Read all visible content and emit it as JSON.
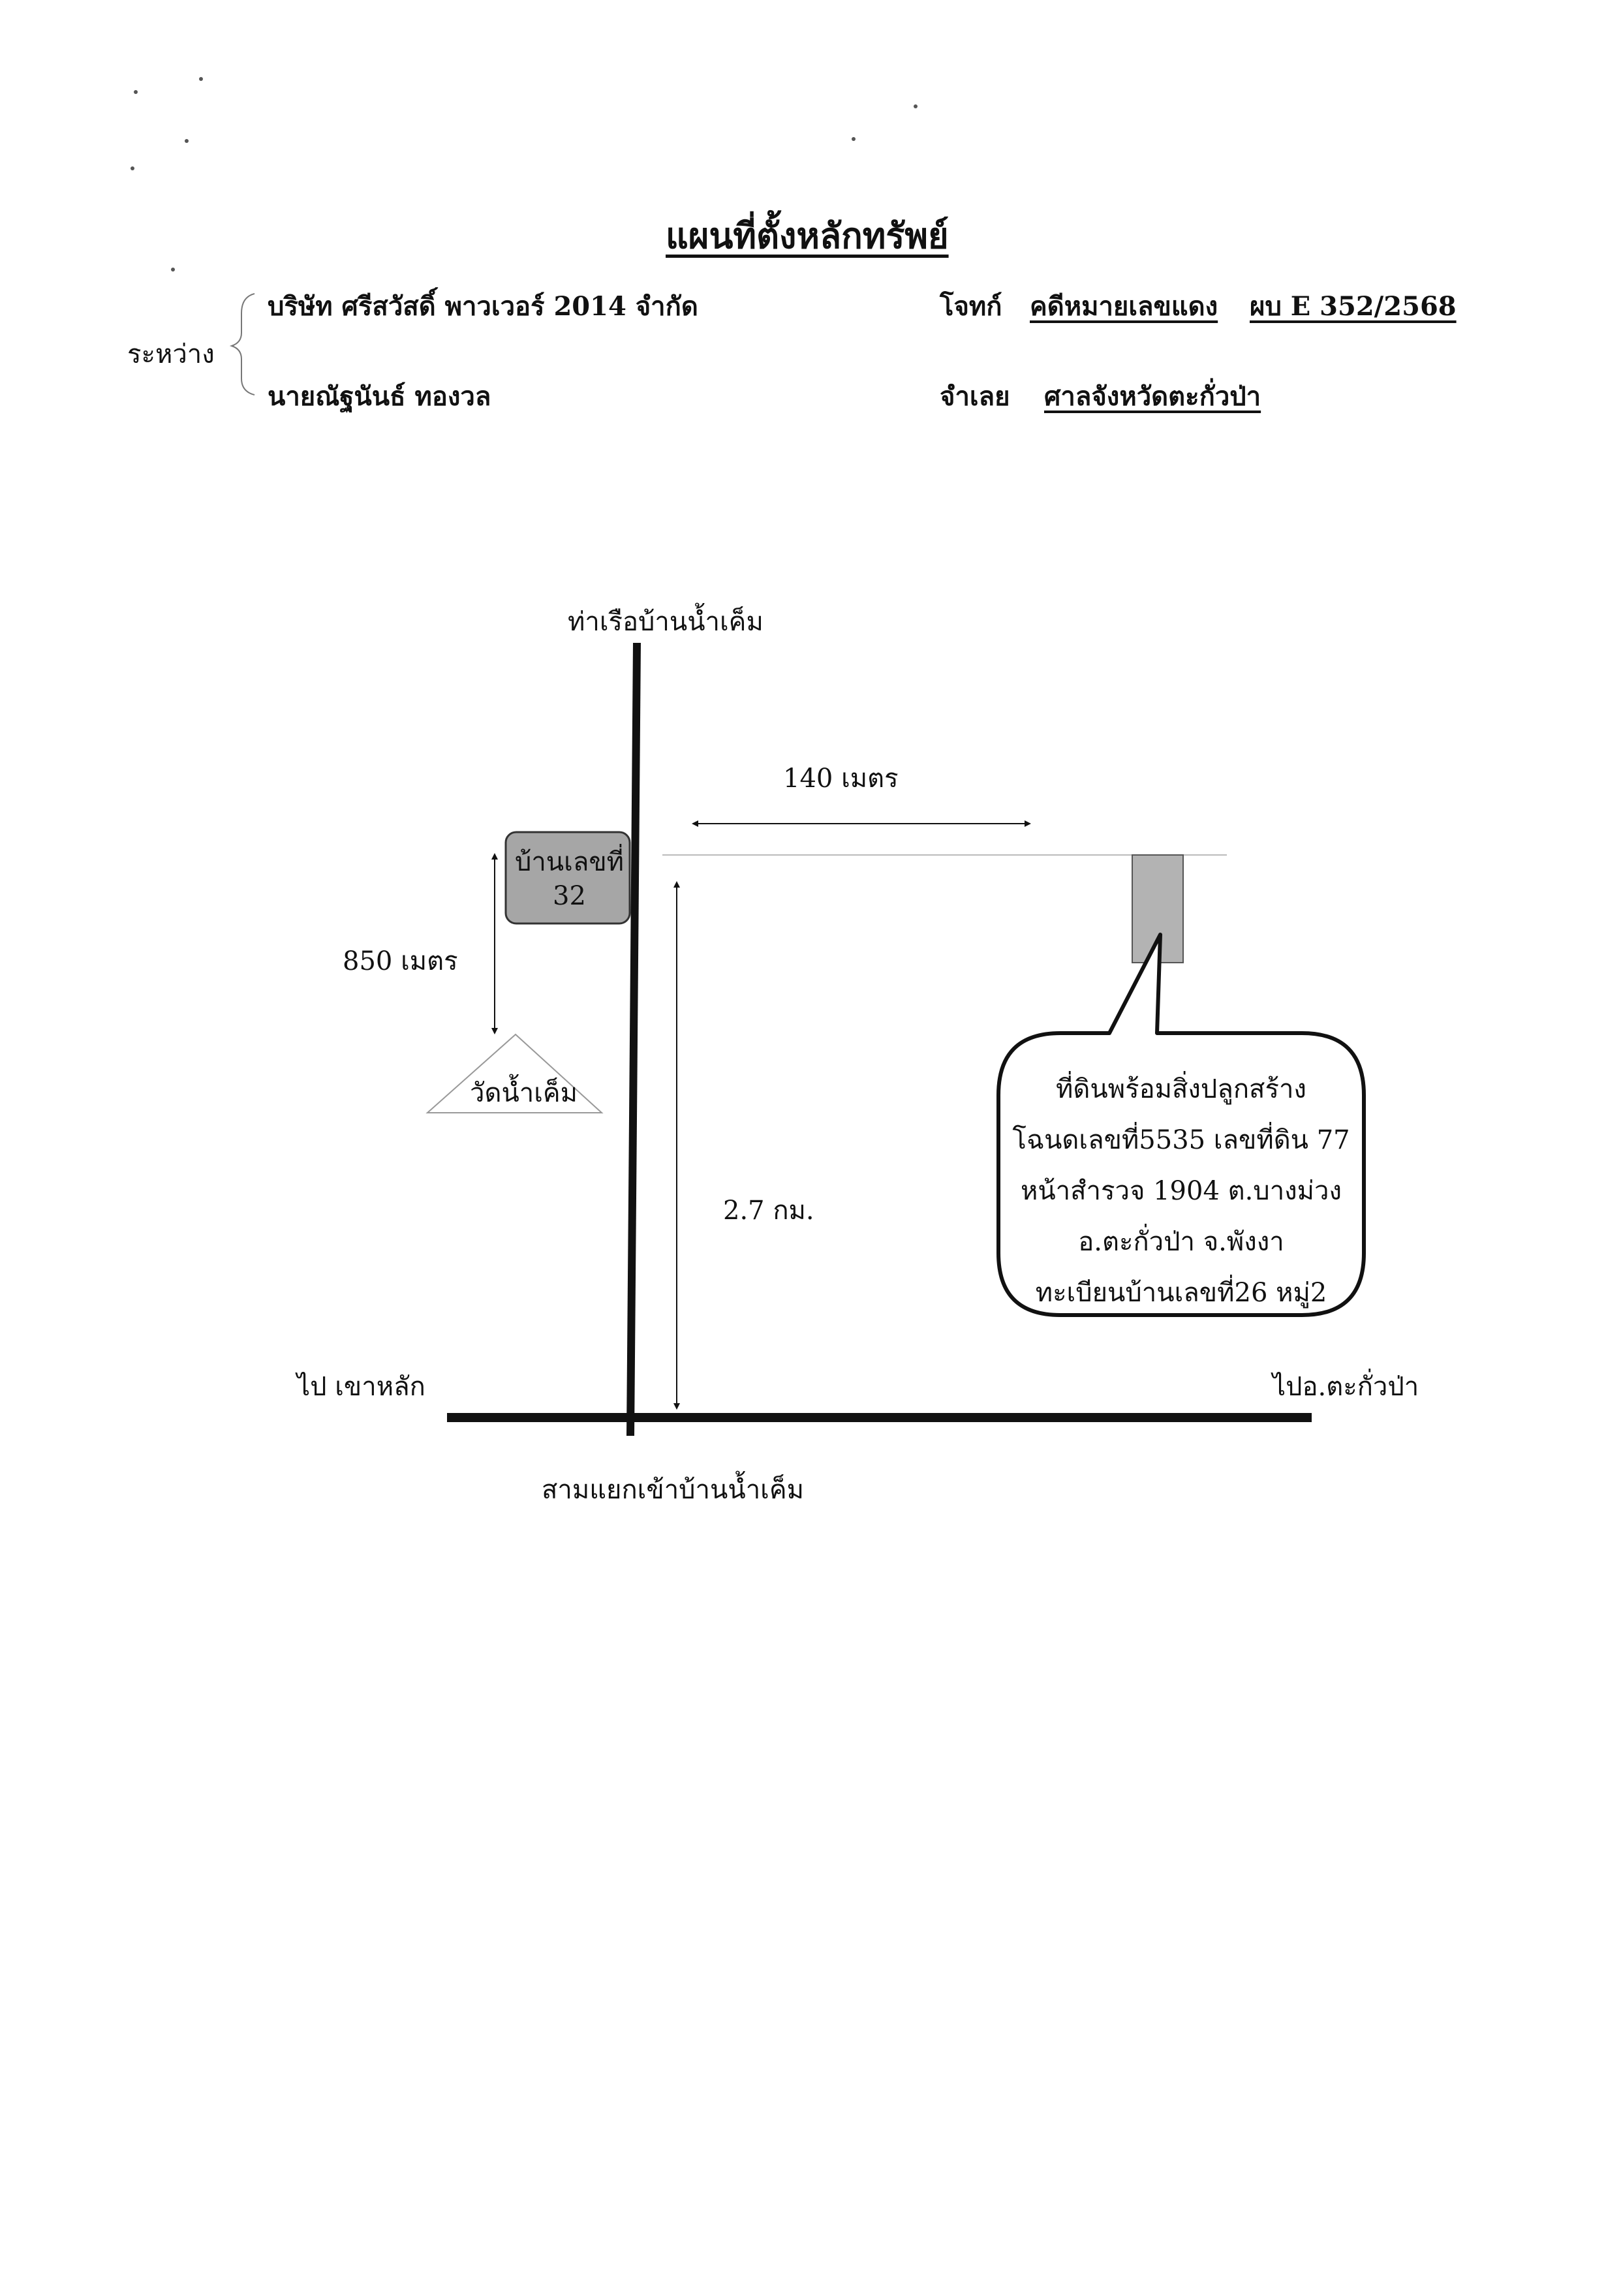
{
  "document": {
    "title": "แผนที่ตั้งหลักทรัพย์",
    "between_label": "ระหว่าง",
    "party_plaintiff_name": "บริษัท ศรีสวัสดิ์ พาวเวอร์ 2014 จำกัด",
    "party_defendant_name": "นายณัฐนันธ์ ทองวล",
    "plaintiff_label": "โจทก์",
    "case_label": "คดีหมายเลขแดง",
    "case_number": "ผบ E 352/2568",
    "defendant_label": "จำเลย",
    "court": "ศาลจังหวัดตะกั่วป่า"
  },
  "map": {
    "top_road_label": "ท่าเรือบ้านน้ำเค็ม",
    "distance_140": "140 เมตร",
    "house_label_line1": "บ้านเลขที่",
    "house_label_line2": "32",
    "distance_850": "850 เมตร",
    "temple_label": "วัดน้ำเค็ม",
    "distance_27": "2.7 กม.",
    "left_road_label": "ไป เขาหลัก",
    "right_road_label": "ไปอ.ตะกั่วป่า",
    "junction_label": "สามแยกเข้าบ้านน้ำเค็ม",
    "callout_lines": [
      "ที่ดินพร้อมสิ่งปลูกสร้าง",
      "โฉนดเลขที่5535 เลขที่ดิน 77",
      "หน้าสำรวจ 1904 ต.บางม่วง",
      "อ.ตะกั่วป่า จ.พังงา",
      "ทะเบียนบ้านเลขที่26 หมู่2"
    ],
    "colors": {
      "house_fill": "#a6a6a6",
      "plot_fill": "#b3b3b3",
      "line": "#111111"
    }
  }
}
